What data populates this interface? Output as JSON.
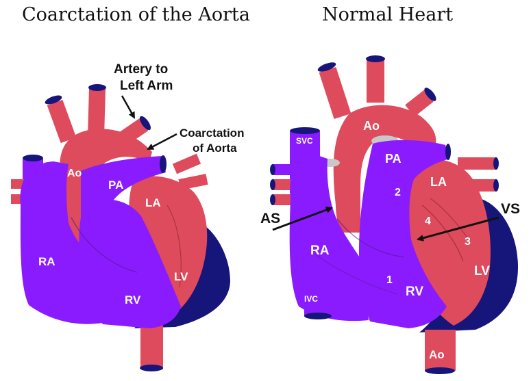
{
  "colors": {
    "artery_red": "#DE4B5C",
    "vein_purple": "#8A1BFF",
    "wall_navy": "#16157A",
    "septum_gray": "#C8C8C8",
    "label_white": "#FFFFFF",
    "label_black": "#111111"
  },
  "left_panel": {
    "title": "Coarctation of the Aorta",
    "labels": {
      "ao": "Ao",
      "pa": "PA",
      "la": "LA",
      "ra": "RA",
      "lv": "LV",
      "rv": "RV"
    },
    "callouts": {
      "artery_line1": "Artery to",
      "artery_line2": "Left Arm",
      "coarct_line1": "Coarctation",
      "coarct_line2": "of Aorta"
    }
  },
  "right_panel": {
    "title": "Normal Heart",
    "labels": {
      "svc": "SVC",
      "ao_top": "Ao",
      "pa": "PA",
      "la": "LA",
      "ra": "RA",
      "rv": "RV",
      "lv": "LV",
      "ivc": "IVC",
      "ao_bottom": "Ao",
      "n1": "1",
      "n2": "2",
      "n3": "3",
      "n4": "4"
    },
    "callouts": {
      "as": "AS",
      "vs": "VS"
    }
  }
}
